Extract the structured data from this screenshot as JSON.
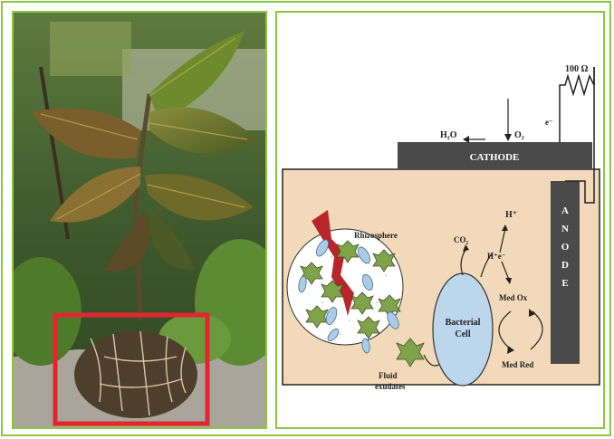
{
  "photo": {
    "alt": "",
    "highlight_color": "#e3262d"
  },
  "diagram": {
    "resistor_label": "100 Ω",
    "electron_top": "e⁻",
    "h2o_label": "H₂O",
    "o2_label": "O₂",
    "cathode_label": "CATHODE",
    "anode_letters": [
      "A",
      "N",
      "O",
      "D",
      "E"
    ],
    "rhizosphere_label": "Rhizosphere",
    "co2_label": "CO₂",
    "h_plus_label": "H⁺",
    "h_plus_e_label": "H⁺e⁻",
    "bacterial_label_line1": "Bacterial",
    "bacterial_label_line2": "Cell",
    "med_ox_label": "Med Ox",
    "med_red_label": "Med Red",
    "fluid_label_line1": "Fluid",
    "fluid_label_line2": "exudates",
    "colors": {
      "chamber_fill": "#f2d9b9",
      "electrode_fill": "#4a4a4a",
      "bacterial_fill": "#bcd7ec",
      "cell_fill": "#ffffff",
      "root_fill": "#b8262b",
      "microbe_fill": "#7ea34a",
      "frame": "#8dc63f"
    }
  }
}
